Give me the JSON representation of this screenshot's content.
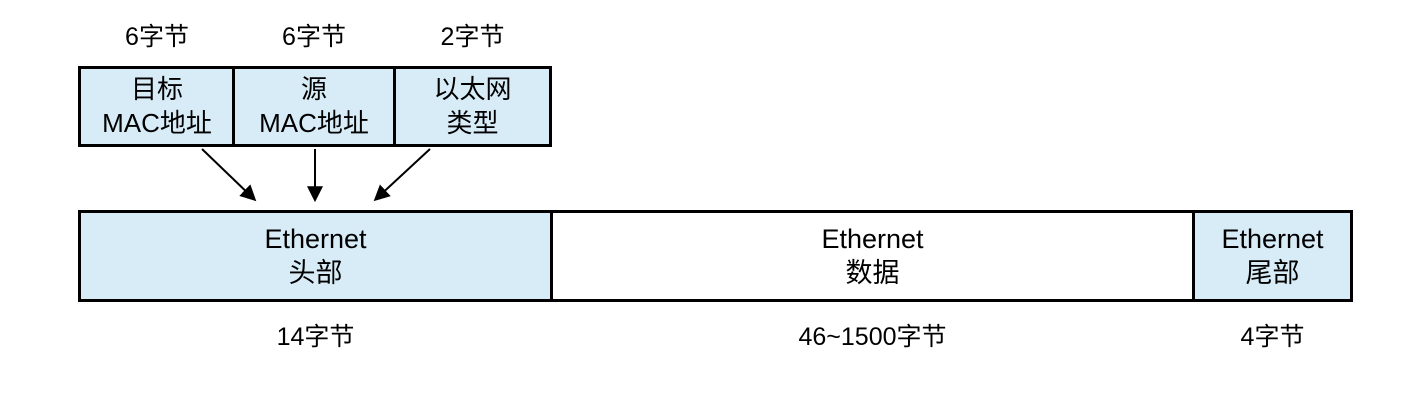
{
  "diagram": {
    "header_fields": [
      {
        "size": "6字节",
        "name_line1": "目标",
        "name_line2": "MAC地址"
      },
      {
        "size": "6字节",
        "name_line1": "源",
        "name_line2": "MAC地址"
      },
      {
        "size": "2字节",
        "name_line1": "以太网",
        "name_line2": "类型"
      }
    ],
    "frame_sections": [
      {
        "label_line1": "Ethernet",
        "label_line2": "头部",
        "size": "14字节"
      },
      {
        "label_line1": "Ethernet",
        "label_line2": "数据",
        "size": "46~1500字节"
      },
      {
        "label_line1": "Ethernet",
        "label_line2": "尾部",
        "size": "4字节"
      }
    ],
    "colors": {
      "field_fill": "#d8ecf8",
      "data_fill": "#ffffff",
      "border": "#000000",
      "text": "#000000",
      "background": "#ffffff"
    }
  }
}
